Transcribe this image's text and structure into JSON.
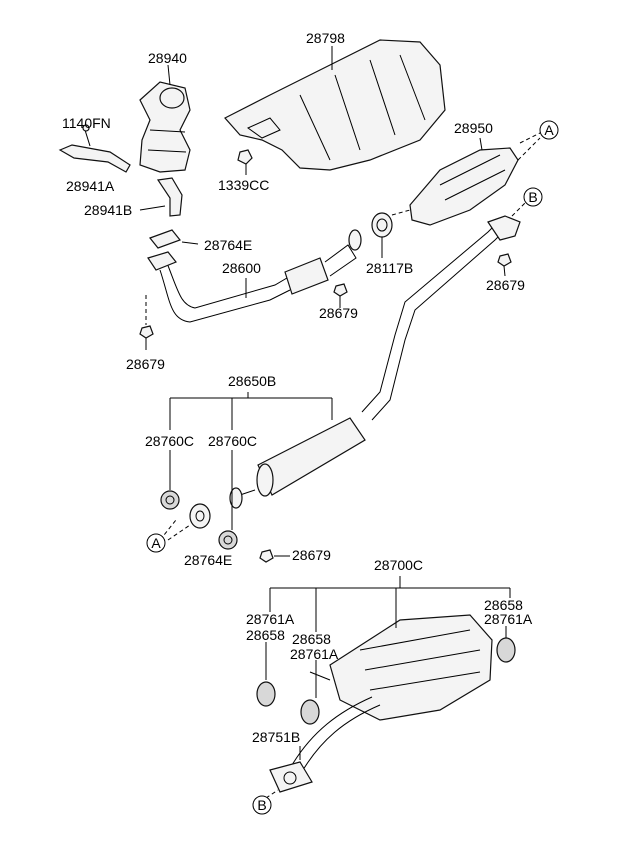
{
  "labels": {
    "p28940": "28940",
    "p28798": "28798",
    "p1140fn": "1140FN",
    "p28941a": "28941A",
    "p28941b": "28941B",
    "p1339cc": "1339CC",
    "p28950": "28950",
    "p28764e_top": "28764E",
    "p28600": "28600",
    "p28117b": "28117B",
    "p28679_right": "28679",
    "p28679_mid": "28679",
    "p28679_left": "28679",
    "p28650b": "28650B",
    "p28760c_1": "28760C",
    "p28760c_2": "28760C",
    "p28764e_bot": "28764E",
    "p28679_bot": "28679",
    "p28700c": "28700C",
    "p28761a_l": "28761A",
    "p28658_l": "28658",
    "p28658_m": "28658",
    "p28761a_m": "28761A",
    "p28658_r": "28658",
    "p28761a_r": "28761A",
    "p28751b": "28751B"
  },
  "callouts": {
    "a_top": "A",
    "b_top": "B",
    "a_bot": "A",
    "b_bot": "B"
  }
}
